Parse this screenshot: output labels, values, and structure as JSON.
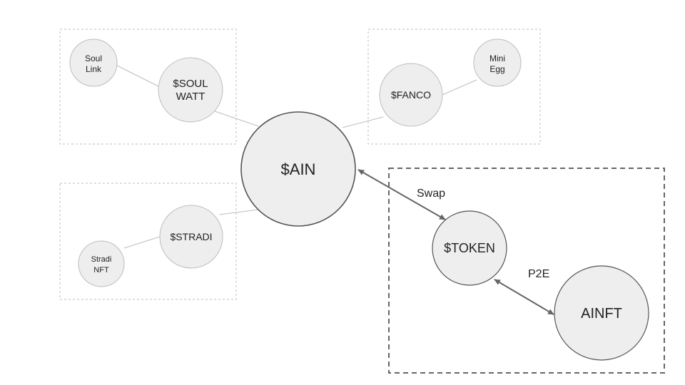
{
  "nodes": {
    "ain": {
      "label": "$AIN"
    },
    "soul_watt": {
      "line1": "$SOUL",
      "line2": "WATT"
    },
    "soul_link": {
      "line1": "Soul",
      "line2": "Link"
    },
    "fanco": {
      "label": "$FANCO"
    },
    "mini_egg": {
      "line1": "Mini",
      "line2": "Egg"
    },
    "stradi": {
      "label": "$STRADI"
    },
    "stradi_nft": {
      "line1": "Stradi",
      "line2": "NFT"
    },
    "token": {
      "label": "$TOKEN"
    },
    "ainft": {
      "label": "AINFT"
    }
  },
  "edges": {
    "swap": "Swap",
    "p2e": "P2E"
  },
  "colors": {
    "node_fill": "#eeeeee",
    "thin_stroke": "#bdbdbd",
    "thick_stroke": "#555555",
    "arrow": "#666666"
  }
}
